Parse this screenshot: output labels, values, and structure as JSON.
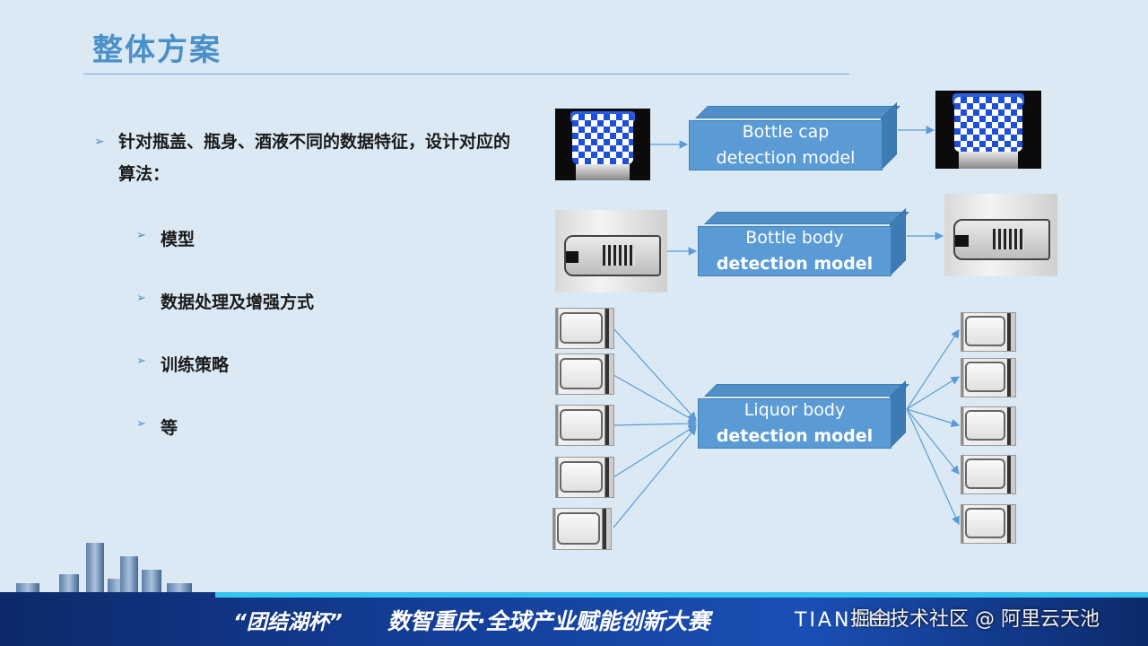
{
  "slide": {
    "title": "整体方案",
    "main_bullet": "针对瓶盖、瓶身、酒液不同的数据特征，设计对应的算法：",
    "sub_bullets": [
      "模型",
      "数据处理及增强方式",
      "训练策略",
      "等"
    ]
  },
  "models": {
    "cap": {
      "line1": "Bottle cap",
      "line2": "detection model"
    },
    "body": {
      "line1": "Bottle body",
      "line2": "detection model"
    },
    "liquor": {
      "line1": "Liquor body",
      "line2": "detection model"
    }
  },
  "footer": {
    "slogan1": "“团结湖杯”",
    "slogan2": "数智重庆·全球产业赋能创新大赛",
    "brand": "TIANCHI"
  },
  "watermark": "掘金技术社区 @ 阿里云天池",
  "colors": {
    "background": "#dbe9f5",
    "title": "#4a90c8",
    "model_box": "#5b9bd5",
    "footer": "#143f9a"
  }
}
